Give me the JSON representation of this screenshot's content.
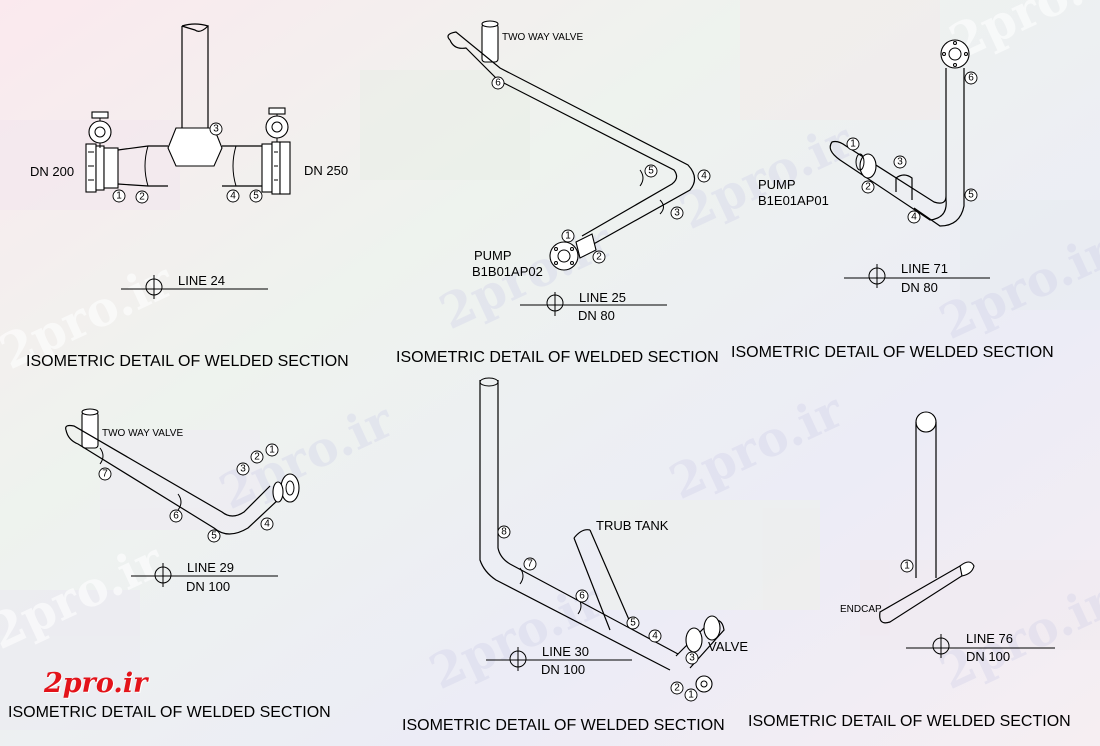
{
  "watermark": "2pro.ir",
  "logo": "2pro.ir",
  "details": {
    "d1": {
      "title": "ISOMETRIC DETAIL OF WELDED SECTION",
      "line": "LINE 24",
      "left_label": "DN 200",
      "right_label": "DN 250",
      "bubbles": [
        "1",
        "2",
        "3",
        "4",
        "5"
      ]
    },
    "d2": {
      "title": "ISOMETRIC DETAIL OF WELDED SECTION",
      "line": "LINE 25",
      "dn": "DN 80",
      "valve": "TWO WAY VALVE",
      "pump": "PUMP",
      "pump_id": "B1B01AP02",
      "bubbles": [
        "1",
        "2",
        "3",
        "4",
        "5",
        "6"
      ]
    },
    "d3": {
      "title": "ISOMETRIC DETAIL OF WELDED SECTION",
      "line": "LINE 71",
      "dn": "DN 80",
      "pump": "PUMP",
      "pump_id": "B1E01AP01",
      "bubbles": [
        "1",
        "2",
        "3",
        "4",
        "5",
        "6"
      ]
    },
    "d4": {
      "title": "ISOMETRIC DETAIL OF WELDED SECTION",
      "line": "LINE 29",
      "dn": "DN 100",
      "valve": "TWO WAY VALVE",
      "bubbles": [
        "1",
        "2",
        "3",
        "4",
        "5",
        "6",
        "7"
      ]
    },
    "d5": {
      "title": "ISOMETRIC DETAIL OF WELDED SECTION",
      "line": "LINE 30",
      "dn": "DN 100",
      "tank": "TRUB TANK",
      "valve": "VALVE",
      "bubbles": [
        "1",
        "2",
        "3",
        "4",
        "5",
        "6",
        "7",
        "8"
      ]
    },
    "d6": {
      "title": "ISOMETRIC DETAIL OF WELDED SECTION",
      "line": "LINE 76",
      "dn": "DN 100",
      "endcap": "ENDCAP",
      "bubbles": [
        "1"
      ]
    }
  }
}
